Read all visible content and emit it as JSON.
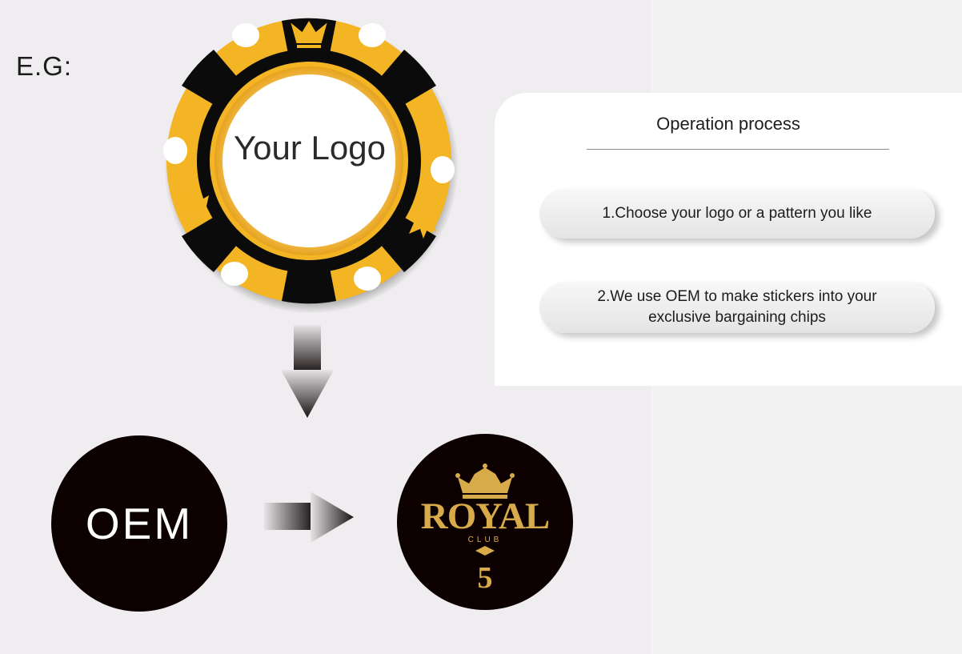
{
  "example_label": "E.G:",
  "chip": {
    "logo_placeholder": "Your Logo"
  },
  "oem": {
    "label": "OEM"
  },
  "result_chip": {
    "brand": "ROYAL",
    "sub": "CLUB",
    "value": "5"
  },
  "panel": {
    "title": "Operation process",
    "steps": [
      {
        "text": "1.Choose your logo or a pattern you like"
      },
      {
        "text": "2.We use OEM to make stickers into your exclusive bargaining chips"
      }
    ]
  },
  "colors": {
    "chip_yellow": "#f3b523",
    "chip_black": "#0b0b0b",
    "gold": "#d7aa4a",
    "dark_circle": "#0c0000"
  }
}
